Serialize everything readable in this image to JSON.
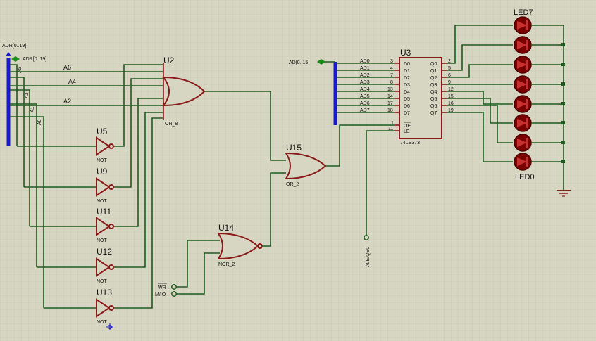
{
  "schematic": {
    "bus_left": {
      "label_top": "ADR[0..19]",
      "label_arrow": "ADR[0..19]"
    },
    "left_taps": [
      "A5",
      "A3",
      "A1",
      "A0"
    ],
    "lines": [
      "A6",
      "A4",
      "A2"
    ],
    "u2": {
      "ref": "U2",
      "type": "OR_8"
    },
    "not_gates": [
      {
        "ref": "U5",
        "type": "NOT"
      },
      {
        "ref": "U9",
        "type": "NOT"
      },
      {
        "ref": "U11",
        "type": "NOT"
      },
      {
        "ref": "U12",
        "type": "NOT"
      },
      {
        "ref": "U13",
        "type": "NOT"
      }
    ],
    "u15": {
      "ref": "U15",
      "type": "OR_2"
    },
    "u14": {
      "ref": "U14",
      "type": "NOR_2"
    },
    "inputs": {
      "wr": "WR",
      "mio": "M/IO",
      "ale": "ALE/QS0"
    },
    "bus_right": {
      "label": "AD[0..15]"
    },
    "u3": {
      "ref": "U3",
      "type": "74LS373",
      "left_signals": [
        "AD0",
        "AD1",
        "AD2",
        "AD3",
        "AD4",
        "AD5",
        "AD6",
        "AD7"
      ],
      "left_pin_nums": [
        "3",
        "4",
        "7",
        "8",
        "13",
        "14",
        "17",
        "18"
      ],
      "left_pin_names": [
        "D0",
        "D1",
        "D2",
        "D3",
        "D4",
        "D5",
        "D6",
        "D7"
      ],
      "ctrl_pin_nums": [
        "1",
        "11"
      ],
      "ctrl_pin_names": [
        "OE",
        "LE"
      ],
      "right_pin_names": [
        "Q0",
        "Q1",
        "Q2",
        "Q3",
        "Q4",
        "Q5",
        "Q6",
        "Q7"
      ],
      "right_pin_nums": [
        "2",
        "5",
        "6",
        "9",
        "12",
        "15",
        "16",
        "19"
      ]
    },
    "leds": {
      "top": "LED7",
      "bottom": "LED0"
    }
  }
}
